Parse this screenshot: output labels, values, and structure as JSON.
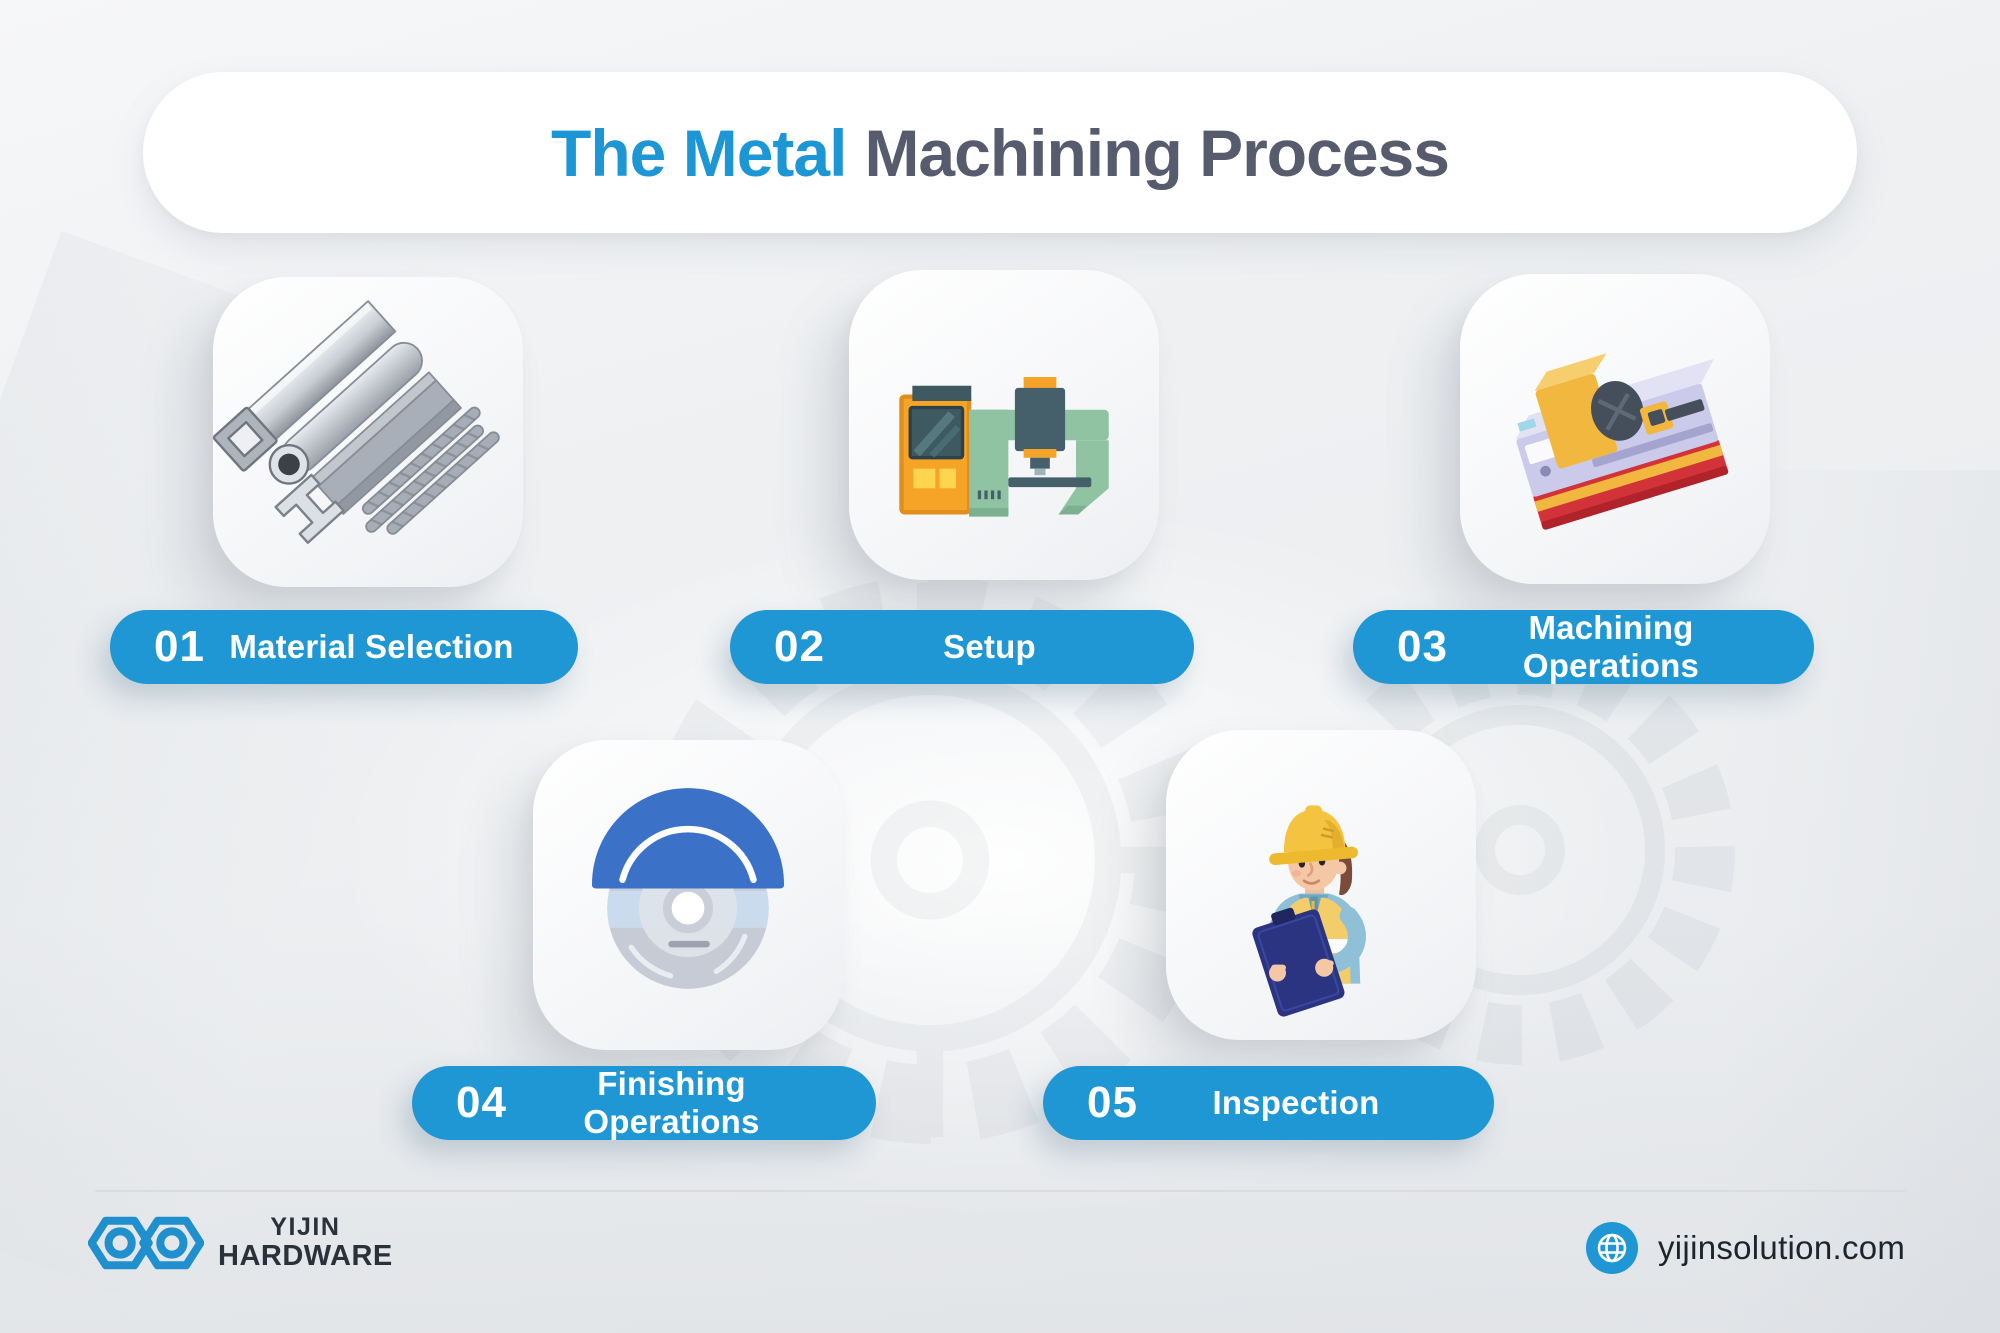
{
  "title": {
    "highlight": "The Metal",
    "rest": "Machining Process"
  },
  "steps": [
    {
      "number": "01",
      "label": "Material Selection",
      "icon": "metal-profiles-icon"
    },
    {
      "number": "02",
      "label": "Setup",
      "icon": "milling-machine-icon"
    },
    {
      "number": "03",
      "label": "Machining Operations",
      "icon": "lathe-machine-icon"
    },
    {
      "number": "04",
      "label": "Finishing Operations",
      "icon": "grinding-wheel-icon"
    },
    {
      "number": "05",
      "label": "Inspection",
      "icon": "inspector-worker-icon"
    }
  ],
  "footer": {
    "brand_top": "YIJIN",
    "brand_bottom": "HARDWARE",
    "website": "yijinsolution.com"
  },
  "colors": {
    "accent_blue": "#1F97D4",
    "title_blue": "#1C96D4",
    "title_dark": "#565C6D",
    "pill_text": "#FFFFFF",
    "background": "#EEF0F2",
    "card_bg": "#FAFBFC",
    "footer_text": "#1D242E",
    "divider": "#DADCDF"
  }
}
